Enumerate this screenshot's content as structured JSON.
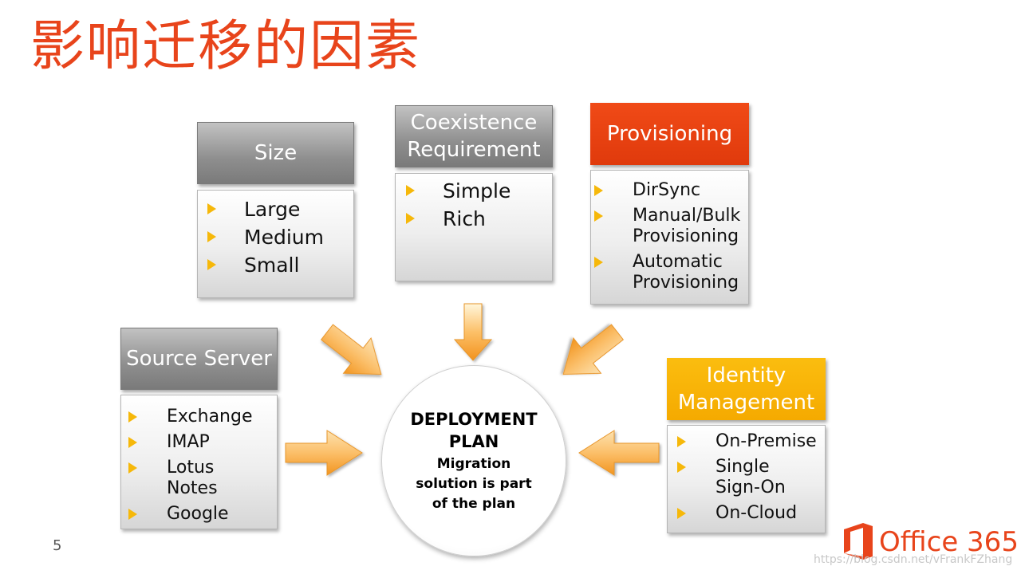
{
  "title": "影响迁移的因素",
  "boxes": {
    "size": {
      "heading": "Size",
      "items": [
        "Large",
        "Medium",
        "Small"
      ]
    },
    "coexistence": {
      "heading": "Coexistence Requirement",
      "items": [
        "Simple",
        "Rich"
      ]
    },
    "provisioning": {
      "heading": "Provisioning",
      "items": [
        "DirSync",
        "Manual/Bulk Provisioning",
        "Automatic Provisioning"
      ]
    },
    "source": {
      "heading": "Source Server",
      "items": [
        "Exchange",
        "IMAP",
        "Lotus Notes",
        "Google"
      ]
    },
    "identity": {
      "heading": "Identity Management",
      "items": [
        "On-Premise",
        "Single Sign-On",
        "On-Cloud"
      ]
    }
  },
  "center": {
    "title": "DEPLOYMENT PLAN",
    "description": "Migration solution is part of the plan"
  },
  "page_number": "5",
  "brand": {
    "name": "Office 365",
    "color": "#e8441b"
  },
  "watermark": "https://blog.csdn.net/vFrankFZhang",
  "colors": {
    "accent_red": "#e8441b",
    "accent_yellow": "#fbb40f",
    "bullet": "#f6b80a"
  }
}
